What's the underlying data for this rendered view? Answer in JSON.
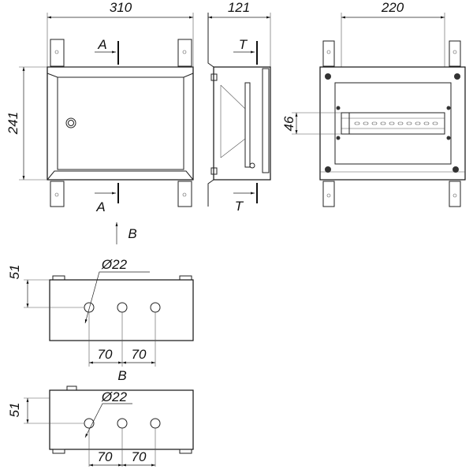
{
  "front_view": {
    "width_label": "310",
    "height_label": "241",
    "section_top": "A",
    "section_bottom": "A"
  },
  "side_view": {
    "depth_label": "121",
    "section_top": "T",
    "section_bottom": "T"
  },
  "rear_view": {
    "rail_width_label": "220",
    "rail_height_label": "46"
  },
  "view_arrow": {
    "label": "B"
  },
  "bottom_view_1": {
    "offset_label": "51",
    "hole_label": "Ø22",
    "spacing": [
      "70",
      "70"
    ],
    "view_label": "B"
  },
  "bottom_view_2": {
    "offset_label": "51",
    "hole_label": "Ø22",
    "spacing": [
      "70",
      "70"
    ]
  },
  "colors": {
    "line": "#222222",
    "background": "#ffffff"
  }
}
